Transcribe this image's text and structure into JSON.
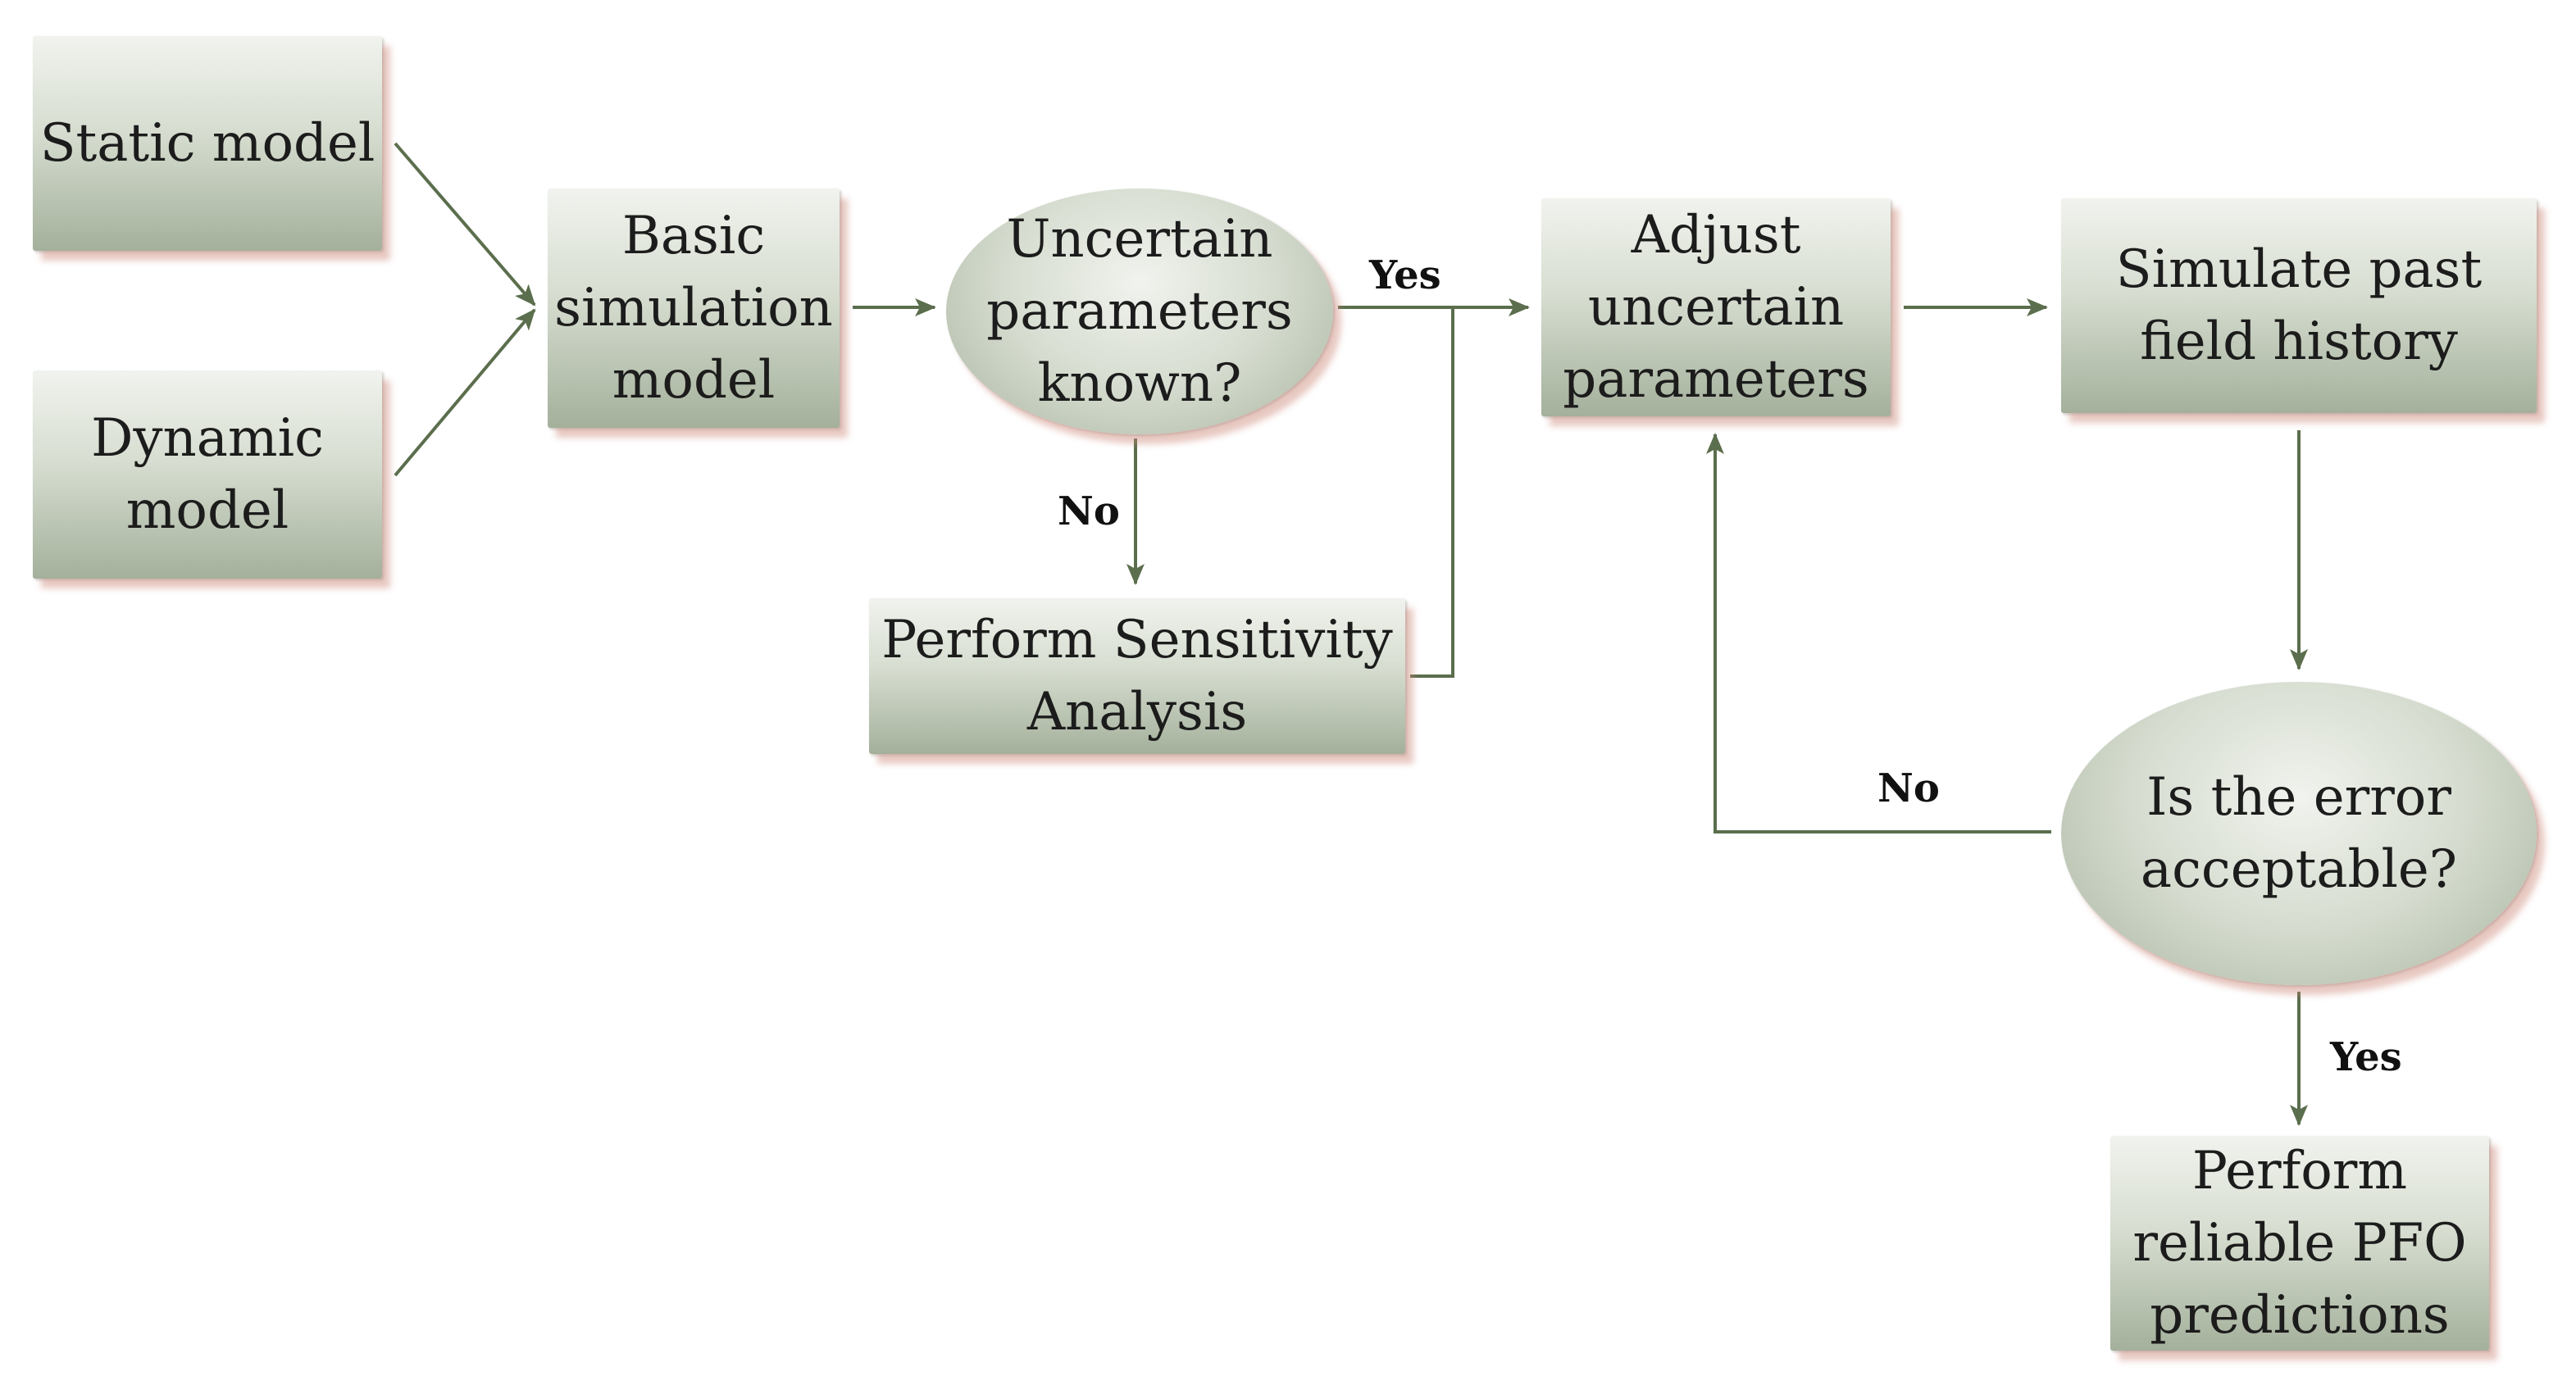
{
  "nodes": {
    "static_model": "Static model",
    "dynamic_model": "Dynamic\nmodel",
    "basic_simulation_model": "Basic\nsimulation\nmodel",
    "uncertain_parameters_known": "Uncertain\nparameters\nknown?",
    "perform_sensitivity_analysis": "Perform Sensitivity\nAnalysis",
    "adjust_uncertain_parameters": "Adjust\nuncertain\nparameters",
    "simulate_past_field_history": "Simulate past\nfield history",
    "is_error_acceptable": "Is the error\nacceptable?",
    "perform_reliable_predictions": "Perform\nreliable PFO\npredictions"
  },
  "edge_labels": {
    "yes_to_adjust": "Yes",
    "no_to_sensitivity": "No",
    "no_error_loop": "No",
    "yes_to_predictions": "Yes"
  },
  "colors": {
    "arrow": "#5b6e4d",
    "node_light": "#f1f3ee",
    "node_dark": "#a4b09b",
    "shadow": "#cd8778"
  }
}
